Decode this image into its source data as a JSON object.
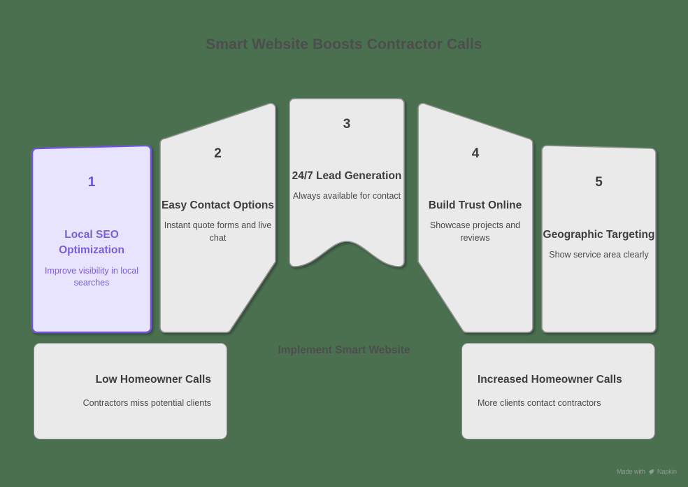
{
  "title": "Smart Website Boosts Contractor Calls",
  "background_color": "#4a7050",
  "accent_color": "#7b5fd8",
  "stone_fill": "#eaeaea",
  "stone_stroke": "#8e8e8e",
  "arch": {
    "center_label": "Implement Smart Website",
    "stones": [
      {
        "number": "1",
        "heading": "Local SEO Optimization",
        "description": "Improve visibility in local searches",
        "highlighted": true
      },
      {
        "number": "2",
        "heading": "Easy Contact Options",
        "description": "Instant quote forms and live chat",
        "highlighted": false
      },
      {
        "number": "3",
        "heading": "24/7 Lead Generation",
        "description": "Always available for contact",
        "highlighted": false
      },
      {
        "number": "4",
        "heading": "Build Trust Online",
        "description": "Showcase projects and reviews",
        "highlighted": false
      },
      {
        "number": "5",
        "heading": "Geographic Targeting",
        "description": "Show service area clearly",
        "highlighted": false
      }
    ]
  },
  "outcomes": {
    "before": {
      "heading": "Low Homeowner Calls",
      "description": "Contractors miss potential clients"
    },
    "after": {
      "heading": "Increased Homeowner Calls",
      "description": "More clients contact contractors"
    }
  },
  "watermark": {
    "prefix": "Made with",
    "brand": "Napkin",
    "icon": "napkin-leaf-icon"
  }
}
